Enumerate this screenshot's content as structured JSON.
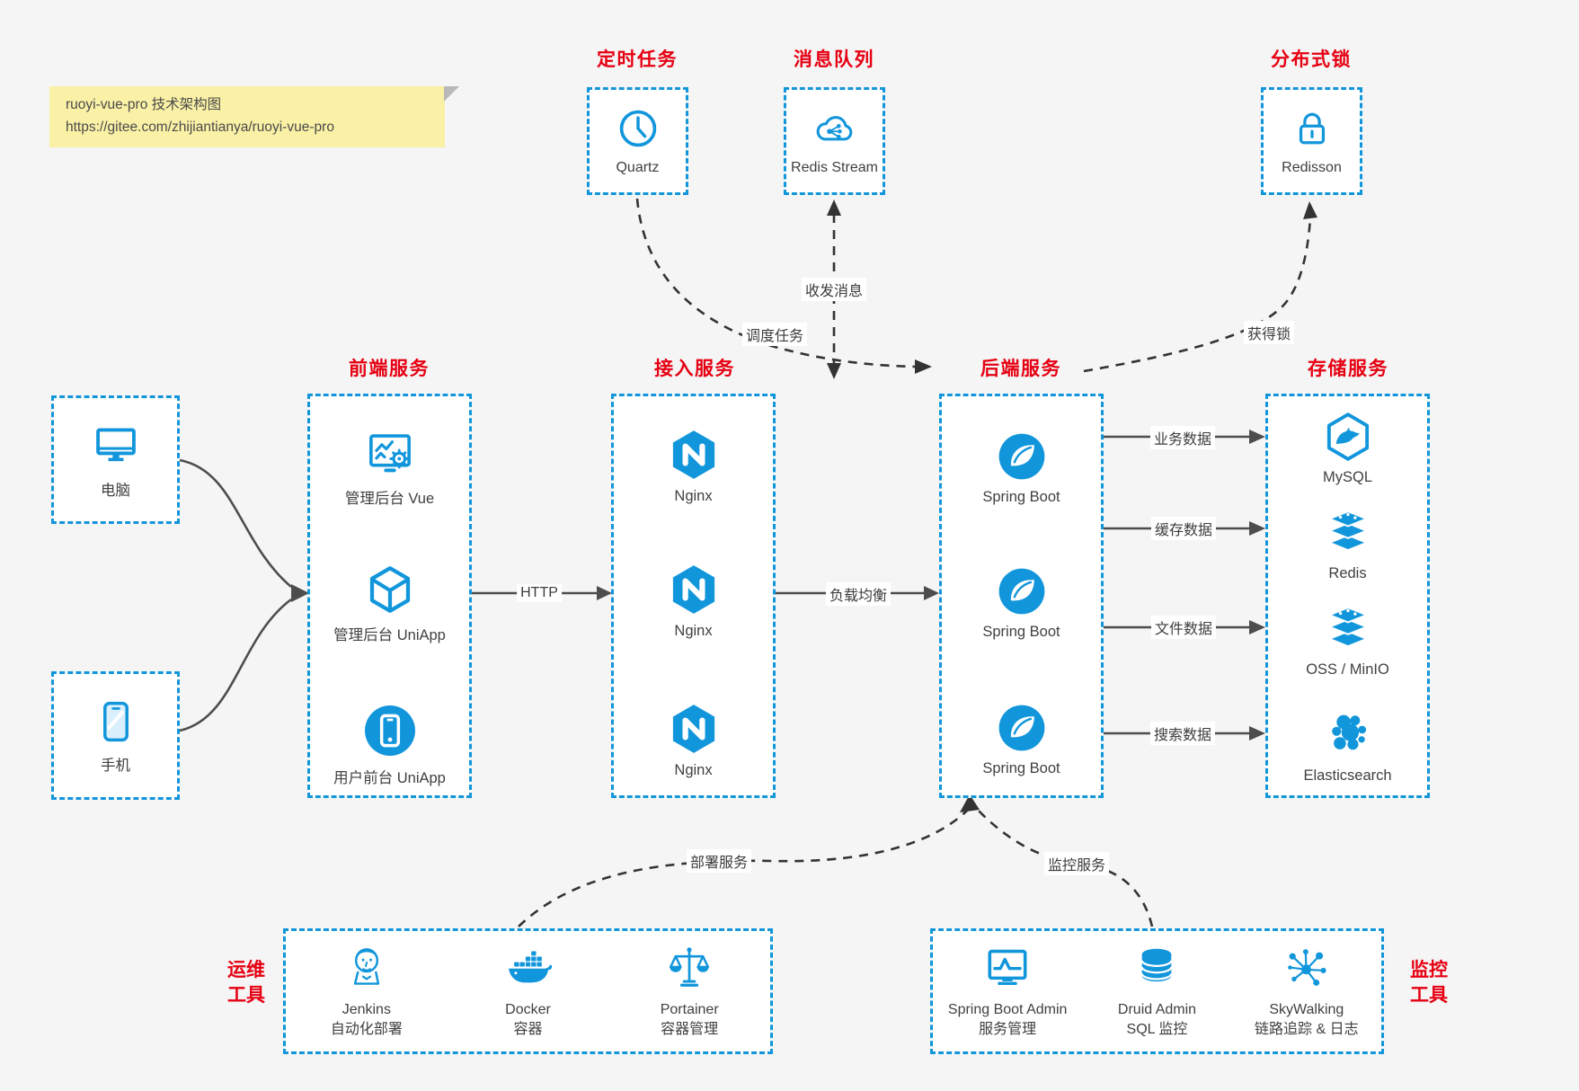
{
  "note": {
    "line1": "ruoyi-vue-pro 技术架构图",
    "line2": "https://gitee.com/zhijiantianya/ruoyi-vue-pro"
  },
  "top_groups": [
    {
      "title": "定时任务",
      "label": "Quartz",
      "icon": "clock-icon"
    },
    {
      "title": "消息队列",
      "label": "Redis Stream",
      "icon": "cloud-stream-icon"
    },
    {
      "title": "分布式锁",
      "label": "Redisson",
      "icon": "lock-icon"
    }
  ],
  "clients": [
    {
      "label": "电脑",
      "icon": "desktop-icon"
    },
    {
      "label": "手机",
      "icon": "mobile-icon"
    }
  ],
  "columns": [
    {
      "title": "前端服务",
      "items": [
        {
          "label": "管理后台 Vue",
          "icon": "admin-vue-icon"
        },
        {
          "label": "管理后台 UniApp",
          "icon": "uniapp-cube-icon"
        },
        {
          "label": "用户前台 UniApp",
          "icon": "user-app-icon"
        }
      ]
    },
    {
      "title": "接入服务",
      "items": [
        {
          "label": "Nginx",
          "icon": "nginx-icon"
        },
        {
          "label": "Nginx",
          "icon": "nginx-icon"
        },
        {
          "label": "Nginx",
          "icon": "nginx-icon"
        }
      ]
    },
    {
      "title": "后端服务",
      "items": [
        {
          "label": "Spring Boot",
          "icon": "spring-icon"
        },
        {
          "label": "Spring Boot",
          "icon": "spring-icon"
        },
        {
          "label": "Spring Boot",
          "icon": "spring-icon"
        }
      ]
    },
    {
      "title": "存储服务",
      "items": [
        {
          "label": "MySQL",
          "icon": "mysql-icon"
        },
        {
          "label": "Redis",
          "icon": "redis-stack-icon"
        },
        {
          "label": "OSS / MinIO",
          "icon": "oss-stack-icon"
        },
        {
          "label": "Elasticsearch",
          "icon": "elasticsearch-icon"
        }
      ]
    }
  ],
  "edges": {
    "http": "HTTP",
    "load_balance": "负载均衡",
    "schedule": "调度任务",
    "message": "收发消息",
    "lock": "获得锁",
    "business": "业务数据",
    "cache": "缓存数据",
    "file": "文件数据",
    "search": "搜索数据",
    "deploy": "部署服务",
    "monitor": "监控服务"
  },
  "ops_group": {
    "side_line1": "运维",
    "side_line2": "工具",
    "items": [
      {
        "name": "Jenkins",
        "desc": "自动化部署",
        "icon": "jenkins-icon"
      },
      {
        "name": "Docker",
        "desc": "容器",
        "icon": "docker-icon"
      },
      {
        "name": "Portainer",
        "desc": "容器管理",
        "icon": "portainer-icon"
      }
    ]
  },
  "monitor_group": {
    "side_line1": "监控",
    "side_line2": "工具",
    "items": [
      {
        "name": "Spring Boot Admin",
        "desc": "服务管理",
        "icon": "spring-boot-admin-icon"
      },
      {
        "name": "Druid Admin",
        "desc": "SQL 监控",
        "icon": "druid-db-icon"
      },
      {
        "name": "SkyWalking",
        "desc": "链路追踪 & 日志",
        "icon": "skywalking-icon"
      }
    ]
  },
  "colors": {
    "accent": "#1296db",
    "title_red": "#e60012",
    "solid_line": "#4d4d4d",
    "dashed_line": "#333333",
    "note_bg": "#faf1a6"
  }
}
